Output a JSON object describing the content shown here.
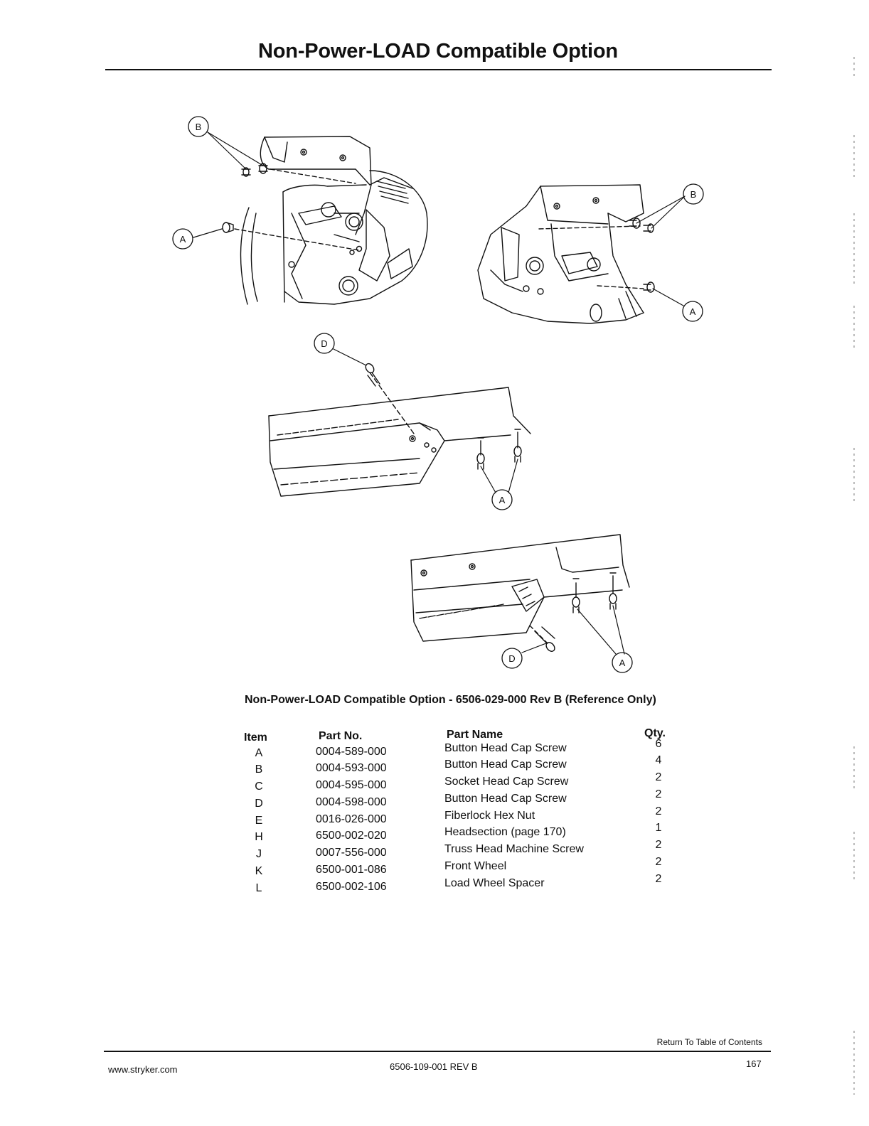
{
  "page": {
    "title": "Non-Power-LOAD Compatible Option"
  },
  "figure": {
    "callouts": {
      "b1": "B",
      "a1": "A",
      "b2": "B",
      "a2": "A",
      "d1": "D",
      "a3": "A",
      "d2": "D",
      "a4": "A"
    }
  },
  "parts_table": {
    "title": "Non-Power-LOAD Compatible Option - 6506-029-000 Rev B (Reference Only)",
    "headers": {
      "item": "Item",
      "part_no": "Part No.",
      "part_name": "Part Name",
      "qty": "Qty."
    },
    "rows": [
      {
        "item": "A",
        "part_no": "0004-589-000",
        "part_name": "Button Head Cap Screw",
        "qty": "6"
      },
      {
        "item": "B",
        "part_no": "0004-593-000",
        "part_name": "Button Head Cap Screw",
        "qty": "4"
      },
      {
        "item": "C",
        "part_no": "0004-595-000",
        "part_name": "Socket Head Cap Screw",
        "qty": "2"
      },
      {
        "item": "D",
        "part_no": "0004-598-000",
        "part_name": "Button Head Cap Screw",
        "qty": "2"
      },
      {
        "item": "E",
        "part_no": "0016-026-000",
        "part_name": "Fiberlock Hex Nut",
        "qty": "2"
      },
      {
        "item": "H",
        "part_no": "6500-002-020",
        "part_name": "Headsection (page 170)",
        "qty": "1"
      },
      {
        "item": "J",
        "part_no": "0007-556-000",
        "part_name": "Truss Head Machine Screw",
        "qty": "2"
      },
      {
        "item": "K",
        "part_no": "6500-001-086",
        "part_name": "Front Wheel",
        "qty": "2"
      },
      {
        "item": "L",
        "part_no": "6500-002-106",
        "part_name": "Load Wheel Spacer",
        "qty": "2"
      }
    ]
  },
  "footer": {
    "return_link": "Return To Table of Contents",
    "website": "www.stryker.com",
    "doc_number": "6506-109-001 REV B",
    "page_number": "167"
  }
}
